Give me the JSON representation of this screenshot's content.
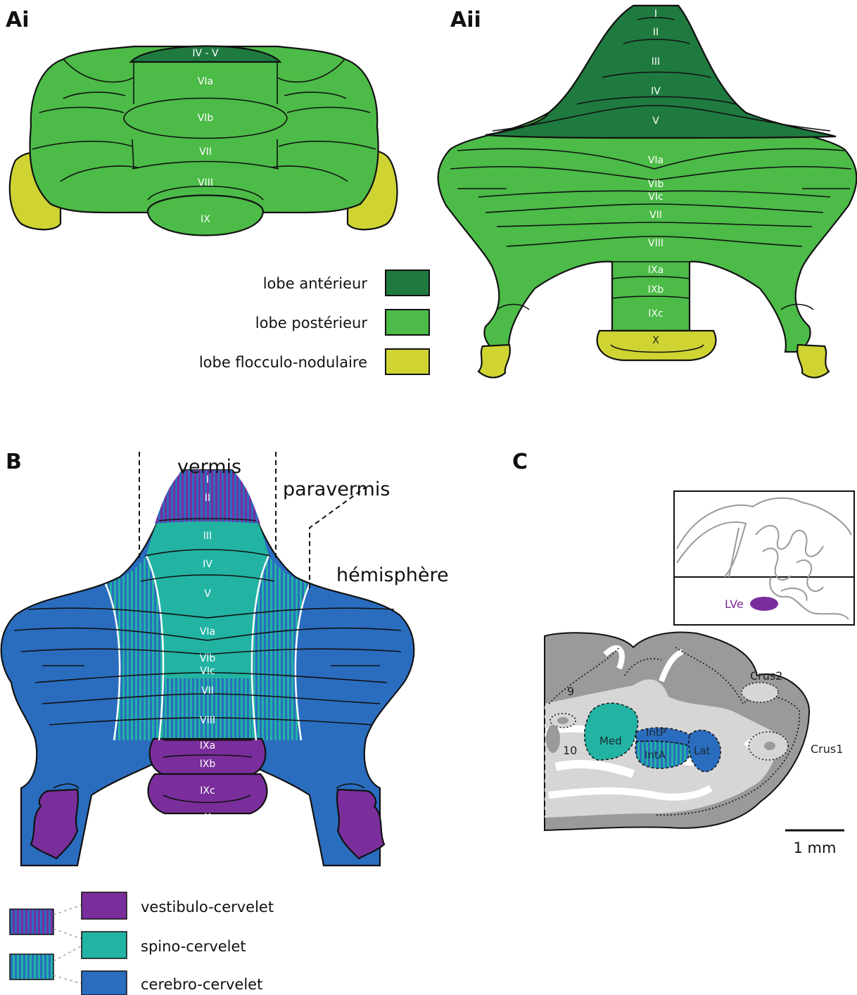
{
  "colors": {
    "anterior": "#1f7a3f",
    "posterior": "#4cbb47",
    "flocculonodular": "#cfd433",
    "vestibulo": "#7a2e9c",
    "spino": "#22b3a3",
    "cerebro": "#2a6dbf",
    "grey_dark": "#9a9a9a",
    "grey_light": "#d6d6d6"
  },
  "panels": {
    "ai": {
      "label": "Ai",
      "lobules": [
        "IV - V",
        "VIa",
        "VIb",
        "VII",
        "VIII",
        "IX"
      ]
    },
    "aii": {
      "label": "Aii",
      "lobules": [
        "I",
        "II",
        "III",
        "IV",
        "V",
        "VIa",
        "VIb",
        "VIc",
        "VII",
        "VIII",
        "IXa",
        "IXb",
        "IXc",
        "X"
      ]
    },
    "b": {
      "label": "B",
      "regions": {
        "vermis": "vermis",
        "paravermis": "paravermis",
        "hemisphere": "hémisphère"
      },
      "lobules": [
        "I",
        "II",
        "III",
        "IV",
        "V",
        "VIa",
        "VIb",
        "VIc",
        "VII",
        "VIII",
        "IXa",
        "IXb",
        "IXc",
        "X"
      ]
    },
    "c": {
      "label": "C",
      "inset_label": "LVe",
      "labels": [
        "9",
        "10",
        "Med",
        "IntP",
        "IntA",
        "Lat",
        "Crus2",
        "Crus1"
      ],
      "scale_bar": "1 mm"
    }
  },
  "legend_lobes": [
    {
      "label": "lobe antérieur",
      "color_key": "anterior"
    },
    {
      "label": "lobe postérieur",
      "color_key": "posterior"
    },
    {
      "label": "lobe flocculo-nodulaire",
      "color_key": "flocculonodular"
    }
  ],
  "legend_functional": [
    {
      "label": "vestibulo-cervelet",
      "color_key": "vestibulo"
    },
    {
      "label": "spino-cervelet",
      "color_key": "spino"
    },
    {
      "label": "cerebro-cervelet",
      "color_key": "cerebro"
    }
  ]
}
